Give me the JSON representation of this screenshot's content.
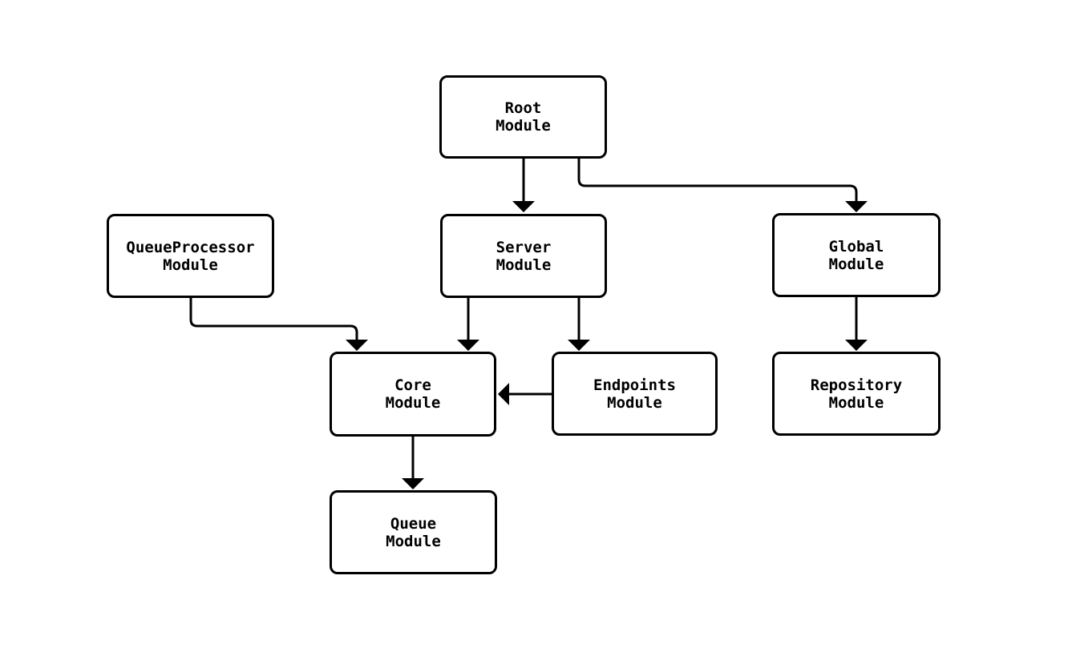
{
  "diagram": {
    "type": "module-dependency-flowchart",
    "colors": {
      "background": "#ffffff",
      "node_fill": "#ffffff",
      "node_border": "#000000",
      "text": "#000000",
      "edge": "#000000"
    },
    "nodes": {
      "root": {
        "line1": "Root",
        "line2": "Module"
      },
      "server": {
        "line1": "Server",
        "line2": "Module"
      },
      "global": {
        "line1": "Global",
        "line2": "Module"
      },
      "queueproc": {
        "line1": "QueueProcessor",
        "line2": "Module"
      },
      "core": {
        "line1": "Core",
        "line2": "Module"
      },
      "endpoints": {
        "line1": "Endpoints",
        "line2": "Module"
      },
      "repository": {
        "line1": "Repository",
        "line2": "Module"
      },
      "queue": {
        "line1": "Queue",
        "line2": "Module"
      }
    },
    "edges": [
      {
        "from": "Root Module",
        "to": "Server Module"
      },
      {
        "from": "Root Module",
        "to": "Global Module"
      },
      {
        "from": "QueueProcessor Module",
        "to": "Core Module"
      },
      {
        "from": "Server Module",
        "to": "Core Module"
      },
      {
        "from": "Server Module",
        "to": "Endpoints Module"
      },
      {
        "from": "Endpoints Module",
        "to": "Core Module"
      },
      {
        "from": "Global Module",
        "to": "Repository Module"
      },
      {
        "from": "Core Module",
        "to": "Queue Module"
      }
    ]
  }
}
